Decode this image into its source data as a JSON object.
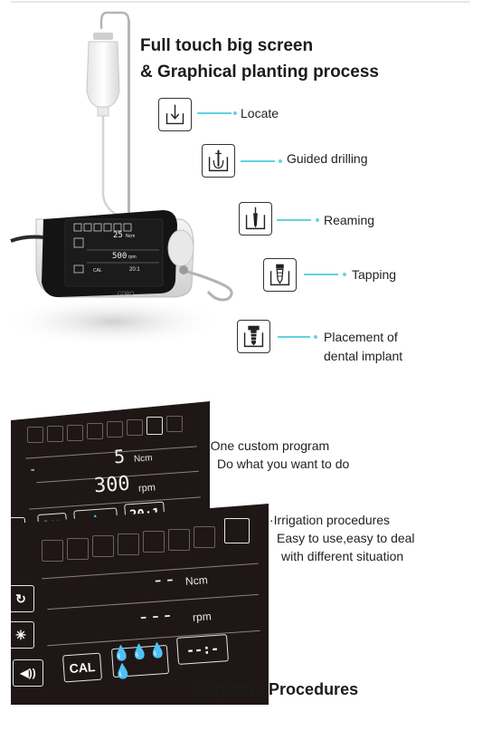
{
  "hero": {
    "title_line1": "Full touch big screen",
    "title_line2": "& Graphical planting process"
  },
  "device": {
    "brand": "CORO",
    "screen_torque": "25",
    "screen_torque_unit": "Ncm",
    "screen_speed": "500",
    "screen_speed_unit": "rpm",
    "screen_ratio": "20:1",
    "screen_cal": "CAL"
  },
  "steps": [
    {
      "label": "Locate",
      "icon": "locate-icon"
    },
    {
      "label": "Guided drilling",
      "icon": "guided-drilling-icon"
    },
    {
      "label": "Reaming",
      "icon": "reaming-icon"
    },
    {
      "label": "Tapping",
      "icon": "tapping-icon"
    },
    {
      "label": "Placement of",
      "label2": "dental implant",
      "icon": "implant-placement-icon"
    }
  ],
  "panel_top": {
    "torque": "5",
    "torque_unit": "Ncm",
    "speed": "300",
    "speed_unit": "rpm",
    "cal": "CAL",
    "ratio": "20:1",
    "note_line1": "·One custom program",
    "note_line2": "Do what you want to do"
  },
  "panel_bottom": {
    "torque": "--",
    "torque_unit": "Ncm",
    "speed": "---",
    "speed_unit": "rpm",
    "cal": "CAL",
    "ratio": "--:-",
    "note_line1": "·Irrigation procedures",
    "note_line2": "Easy to use,easy to deal",
    "note_line3": "with different situation"
  },
  "footer": {
    "caption": "Separate Procedures"
  },
  "colors": {
    "accent": "#62d3e0",
    "panel_bg": "#1f1716",
    "text": "#1c1c1c"
  }
}
